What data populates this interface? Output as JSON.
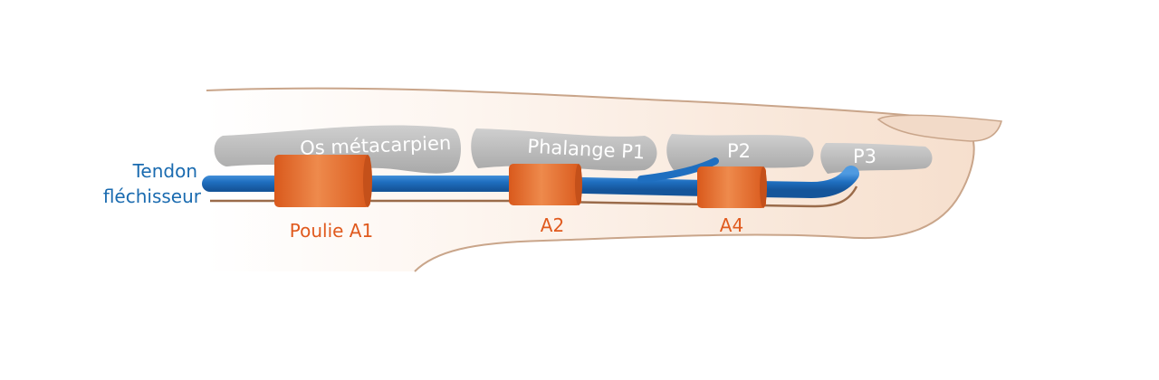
{
  "diagram": {
    "labels": {
      "tendon_line1": "Tendon",
      "tendon_line2": "fléchisseur",
      "metacarpal": "Os métacarpien",
      "p1": "Phalange P1",
      "p2": "P2",
      "p3": "P3",
      "a1": "Poulie A1",
      "a2": "A2",
      "a4": "A4"
    },
    "colors": {
      "tendon": "#1f6fc0",
      "tendon_label": "#1a6bb0",
      "pulley": "#e06a2a",
      "pulley_label": "#e05a1e",
      "bone": "#bdbdbd",
      "skin_outline": "#c9a58a",
      "nail": "#f0d8c6"
    }
  }
}
